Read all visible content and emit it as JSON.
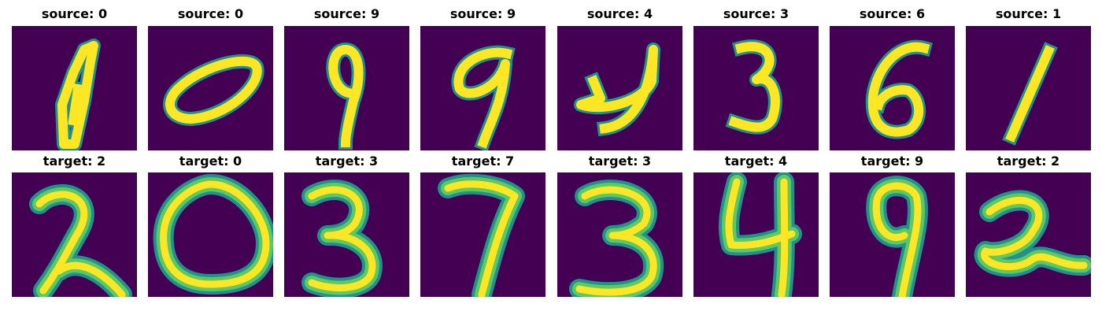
{
  "colors": {
    "background": "#440154",
    "stroke_core": "#fde725",
    "stroke_mid": "#5ec962",
    "stroke_edge": "#21918c"
  },
  "rows": [
    {
      "row": "source",
      "panels": [
        {
          "label": "source: 0",
          "digit": "0"
        },
        {
          "label": "source: 0",
          "digit": "0"
        },
        {
          "label": "source: 9",
          "digit": "9"
        },
        {
          "label": "source: 9",
          "digit": "9"
        },
        {
          "label": "source: 4",
          "digit": "4"
        },
        {
          "label": "source: 3",
          "digit": "3"
        },
        {
          "label": "source: 6",
          "digit": "6"
        },
        {
          "label": "source: 1",
          "digit": "1"
        }
      ]
    },
    {
      "row": "target",
      "panels": [
        {
          "label": "target: 2",
          "digit": "2"
        },
        {
          "label": "target: 0",
          "digit": "0"
        },
        {
          "label": "target: 3",
          "digit": "3"
        },
        {
          "label": "target: 7",
          "digit": "7"
        },
        {
          "label": "target: 3",
          "digit": "3"
        },
        {
          "label": "target: 4",
          "digit": "4"
        },
        {
          "label": "target: 9",
          "digit": "9"
        },
        {
          "label": "target: 2",
          "digit": "2"
        }
      ]
    }
  ]
}
